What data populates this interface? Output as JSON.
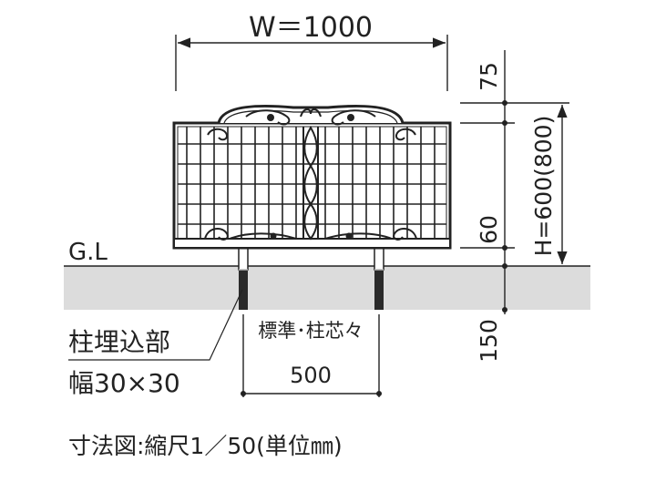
{
  "labels": {
    "width": "W＝1000",
    "top_offset": "75",
    "height": "H=600(800)",
    "bottom_gap": "60",
    "ground_line": "G.L",
    "embed_depth": "150",
    "post_embed": "柱埋込部",
    "post_size": "幅30×30",
    "pitch_label": "標準･柱芯々",
    "pitch_value": "500",
    "scale_note": "寸法図:縮尺1／50(単位㎜)"
  },
  "colors": {
    "ground": "#dcdcdc",
    "ink": "#222222",
    "post_dark": "#2a2a2a"
  }
}
